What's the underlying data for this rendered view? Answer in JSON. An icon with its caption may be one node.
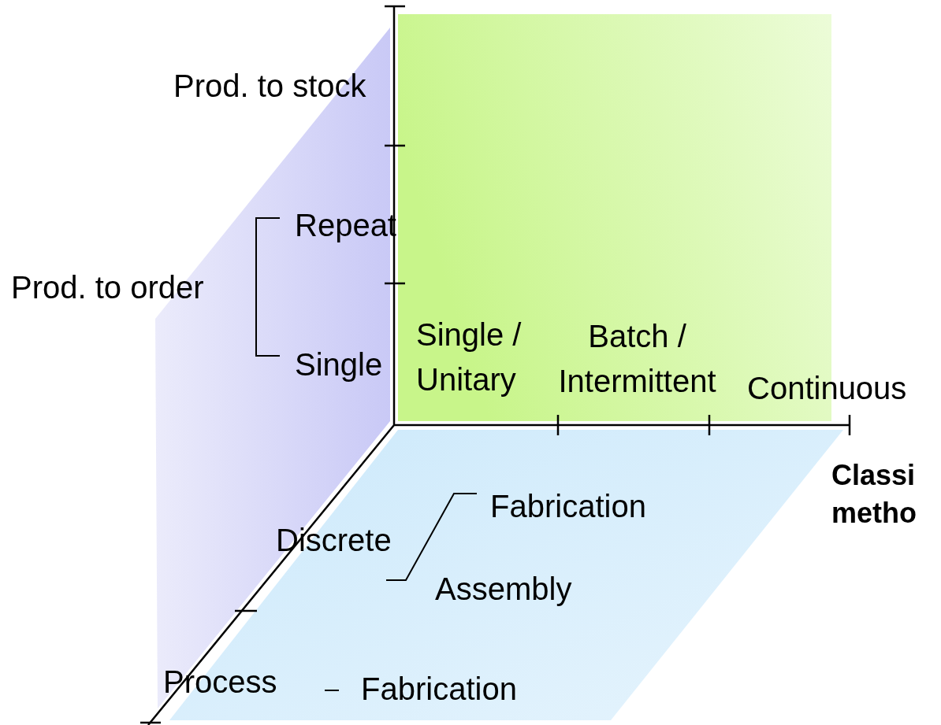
{
  "diagram": {
    "labels": [
      "Prod. to stock",
      "Repeat",
      "Prod. to order",
      "Single / Unitary",
      "Batch / Intermittent",
      "Single",
      "Continuous",
      "Classi metho",
      "Fabrication",
      "Discrete",
      "Assembly",
      "Process",
      "Fabrication"
    ]
  }
}
